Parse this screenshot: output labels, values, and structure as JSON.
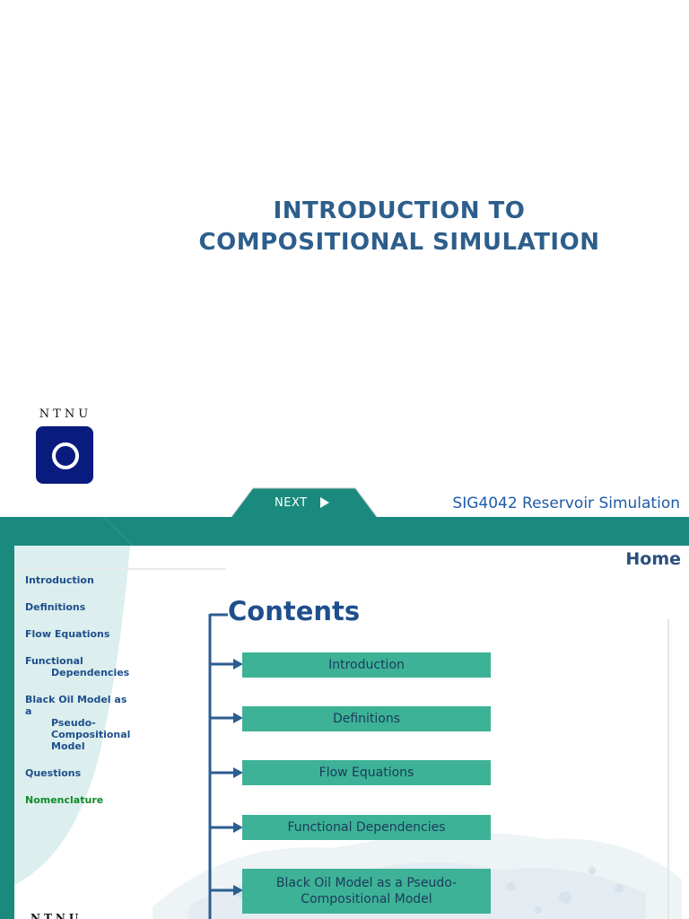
{
  "title_slide": {
    "title_line_1": "INTRODUCTION TO",
    "title_line_2": "COMPOSITIONAL SIMULATION",
    "logo_text": "NTNU"
  },
  "nav_slide": {
    "next_label": "NEXT",
    "course_title": "SIG4042 Reservoir Simulation",
    "home_label": "Home",
    "contents_title": "Contents",
    "sidebar": [
      {
        "line1": "Introduction",
        "line2": "",
        "line3": "",
        "line4": ""
      },
      {
        "line1": "Definitions",
        "line2": "",
        "line3": "",
        "line4": ""
      },
      {
        "line1": "Flow Equations",
        "line2": "",
        "line3": "",
        "line4": ""
      },
      {
        "line1": "Functional",
        "line2": "Dependencies",
        "line3": "",
        "line4": ""
      },
      {
        "line1": "Black Oil Model as a",
        "line2": "Pseudo-",
        "line3": "Compositional",
        "line4": "Model"
      },
      {
        "line1": "Questions",
        "line2": "",
        "line3": "",
        "line4": ""
      },
      {
        "line1": "Nomenclature",
        "line2": "",
        "line3": "",
        "line4": ""
      }
    ],
    "contents_items": [
      "Introduction",
      "Definitions",
      "Flow Equations",
      "Functional Dependencies",
      "Black Oil Model as a Pseudo-Compositional Model"
    ],
    "bottom_logo_text": "NTNU"
  },
  "colors": {
    "title_blue": "#2d5e8c",
    "teal": "#1a8a7e",
    "box_teal": "#3db296",
    "link_blue": "#1e4e8c",
    "active_green": "#128a28",
    "logo_navy": "#0a1b80"
  },
  "icons": {
    "next_arrow": "play-triangle-icon",
    "logo": "ntnu-logo-icon"
  }
}
